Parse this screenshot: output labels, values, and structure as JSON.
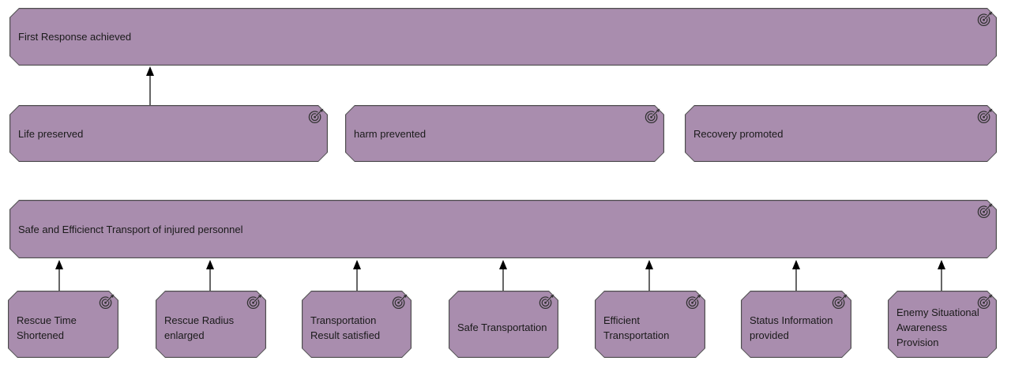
{
  "goals": [
    {
      "label": "First Response achieved"
    },
    {
      "label": "Life preserved"
    },
    {
      "label": "harm prevented"
    },
    {
      "label": "Recovery promoted"
    },
    {
      "label": "Safe and Efficienct Transport of injured personnel"
    },
    {
      "label": "Rescue Time Shortened"
    },
    {
      "label": "Rescue Radius enlarged"
    },
    {
      "label": "Transportation Result satisfied"
    },
    {
      "label": "Safe Transportation"
    },
    {
      "label": "Efficient Transportation"
    },
    {
      "label": "Status Information provided"
    },
    {
      "label": "Enemy Situational Awareness Provision"
    }
  ],
  "icon": {
    "name": "goal-target-icon"
  },
  "colors": {
    "background": "#ffffff",
    "goal_fill": "#a98dae",
    "goal_border": "#4d4d4d",
    "connector": "#000000",
    "text": "#1a1a1a"
  }
}
